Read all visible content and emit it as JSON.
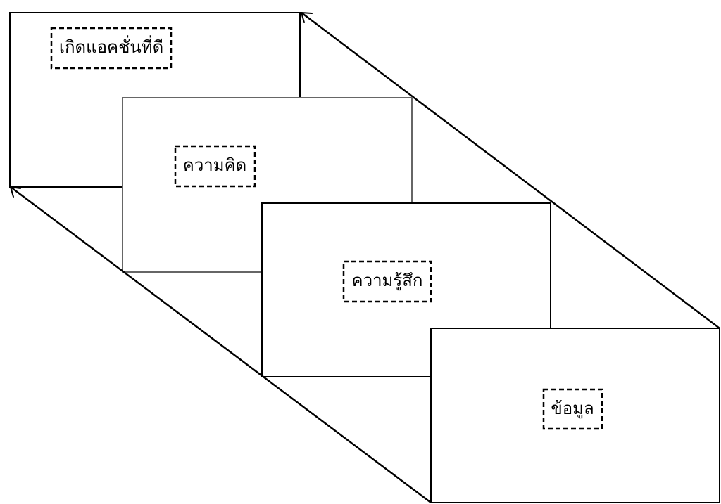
{
  "stages": [
    {
      "id": "action",
      "label": "เกิดแอคชั่นที่ดี"
    },
    {
      "id": "thought",
      "label": "ความคิด"
    },
    {
      "id": "feeling",
      "label": "ความรู้สึก"
    },
    {
      "id": "information",
      "label": "ข้อมูล"
    }
  ],
  "colors": {
    "line": "#000000",
    "thought_border": "#666666",
    "background": "#ffffff"
  }
}
